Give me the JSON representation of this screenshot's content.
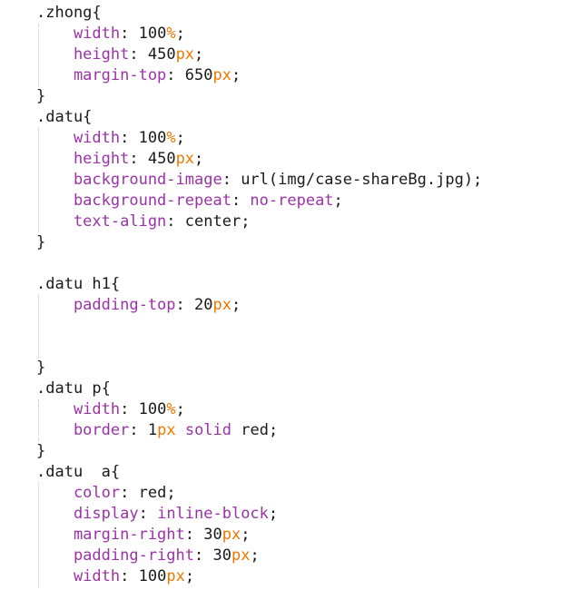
{
  "code": {
    "lines": [
      [
        {
          "t": ".zhong{",
          "c": "sel"
        }
      ],
      [
        {
          "t": "    width",
          "c": "prop"
        },
        {
          "t": ": ",
          "c": "punct"
        },
        {
          "t": "100",
          "c": "num"
        },
        {
          "t": "%",
          "c": "unit"
        },
        {
          "t": ";",
          "c": "punct"
        }
      ],
      [
        {
          "t": "    height",
          "c": "prop"
        },
        {
          "t": ": ",
          "c": "punct"
        },
        {
          "t": "450",
          "c": "num"
        },
        {
          "t": "px",
          "c": "unit"
        },
        {
          "t": ";",
          "c": "punct"
        }
      ],
      [
        {
          "t": "    margin-top",
          "c": "prop"
        },
        {
          "t": ": ",
          "c": "punct"
        },
        {
          "t": "650",
          "c": "num"
        },
        {
          "t": "px",
          "c": "unit"
        },
        {
          "t": ";",
          "c": "punct"
        }
      ],
      [
        {
          "t": "}",
          "c": "punct"
        }
      ],
      [
        {
          "t": ".datu{",
          "c": "sel"
        }
      ],
      [
        {
          "t": "    width",
          "c": "prop"
        },
        {
          "t": ": ",
          "c": "punct"
        },
        {
          "t": "100",
          "c": "num"
        },
        {
          "t": "%",
          "c": "unit"
        },
        {
          "t": ";",
          "c": "punct"
        }
      ],
      [
        {
          "t": "    height",
          "c": "prop"
        },
        {
          "t": ": ",
          "c": "punct"
        },
        {
          "t": "450",
          "c": "num"
        },
        {
          "t": "px",
          "c": "unit"
        },
        {
          "t": ";",
          "c": "punct"
        }
      ],
      [
        {
          "t": "    background-image",
          "c": "prop"
        },
        {
          "t": ": ",
          "c": "punct"
        },
        {
          "t": "url(img/case-shareBg.jpg);",
          "c": "val"
        }
      ],
      [
        {
          "t": "    background-repeat",
          "c": "prop"
        },
        {
          "t": ": ",
          "c": "punct"
        },
        {
          "t": "no-repeat",
          "c": "kw"
        },
        {
          "t": ";",
          "c": "punct"
        }
      ],
      [
        {
          "t": "    text-align",
          "c": "prop"
        },
        {
          "t": ": ",
          "c": "punct"
        },
        {
          "t": "center;",
          "c": "val"
        }
      ],
      [
        {
          "t": "}",
          "c": "punct"
        }
      ],
      [],
      [
        {
          "t": ".datu h1{",
          "c": "sel"
        }
      ],
      [
        {
          "t": "    padding-top",
          "c": "prop"
        },
        {
          "t": ": ",
          "c": "punct"
        },
        {
          "t": "20",
          "c": "num"
        },
        {
          "t": "px",
          "c": "unit"
        },
        {
          "t": ";",
          "c": "punct"
        }
      ],
      [],
      [],
      [
        {
          "t": "}",
          "c": "punct"
        }
      ],
      [
        {
          "t": ".datu p{",
          "c": "sel"
        }
      ],
      [
        {
          "t": "    width",
          "c": "prop"
        },
        {
          "t": ": ",
          "c": "punct"
        },
        {
          "t": "100",
          "c": "num"
        },
        {
          "t": "%",
          "c": "unit"
        },
        {
          "t": ";",
          "c": "punct"
        }
      ],
      [
        {
          "t": "    border",
          "c": "prop"
        },
        {
          "t": ": ",
          "c": "punct"
        },
        {
          "t": "1",
          "c": "num"
        },
        {
          "t": "px",
          "c": "unit"
        },
        {
          "t": " ",
          "c": "punct"
        },
        {
          "t": "solid",
          "c": "kw"
        },
        {
          "t": " red;",
          "c": "val"
        }
      ],
      [
        {
          "t": "}",
          "c": "punct"
        }
      ],
      [
        {
          "t": ".datu  a{",
          "c": "sel"
        }
      ],
      [
        {
          "t": "    color",
          "c": "prop"
        },
        {
          "t": ": ",
          "c": "punct"
        },
        {
          "t": "red;",
          "c": "val"
        }
      ],
      [
        {
          "t": "    display",
          "c": "prop"
        },
        {
          "t": ": ",
          "c": "punct"
        },
        {
          "t": "inline-block",
          "c": "kw"
        },
        {
          "t": ";",
          "c": "punct"
        }
      ],
      [
        {
          "t": "    margin-right",
          "c": "prop"
        },
        {
          "t": ": ",
          "c": "punct"
        },
        {
          "t": "30",
          "c": "num"
        },
        {
          "t": "px",
          "c": "unit"
        },
        {
          "t": ";",
          "c": "punct"
        }
      ],
      [
        {
          "t": "    padding-right",
          "c": "prop"
        },
        {
          "t": ": ",
          "c": "punct"
        },
        {
          "t": "30",
          "c": "num"
        },
        {
          "t": "px",
          "c": "unit"
        },
        {
          "t": ";",
          "c": "punct"
        }
      ],
      [
        {
          "t": "    width",
          "c": "prop"
        },
        {
          "t": ": ",
          "c": "punct"
        },
        {
          "t": "100",
          "c": "num"
        },
        {
          "t": "px",
          "c": "unit"
        },
        {
          "t": ";",
          "c": "punct"
        }
      ]
    ]
  },
  "colors": {
    "property": "#9b32a8",
    "unit": "#f07800",
    "text": "#1a1a1a",
    "guide": "#c8c8c8",
    "background": "#ffffff"
  }
}
